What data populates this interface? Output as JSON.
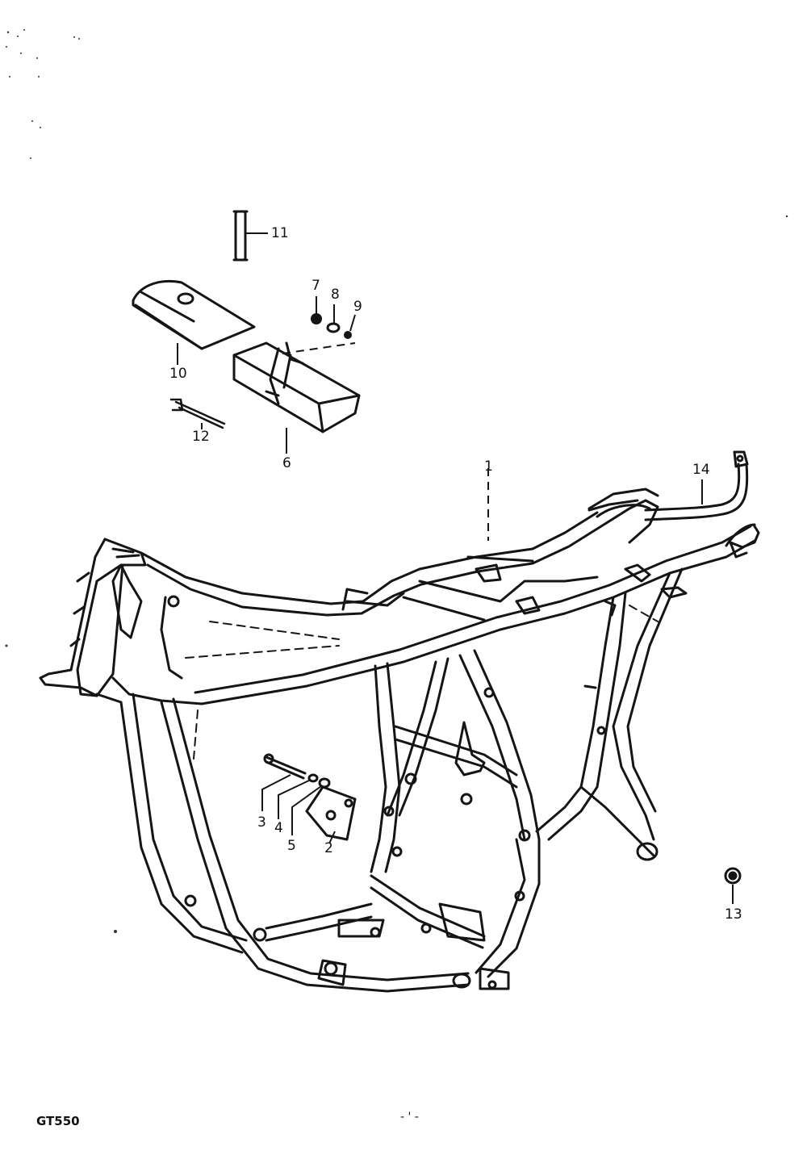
{
  "diagram": {
    "parts": [
      {
        "id": "frame",
        "callout": "1"
      },
      {
        "id": "engine-mount-plate",
        "callout": "2"
      },
      {
        "id": "bolt",
        "callout": "3"
      },
      {
        "id": "washer",
        "callout": "4"
      },
      {
        "id": "nut",
        "callout": "5"
      },
      {
        "id": "battery-tray",
        "callout": "6"
      },
      {
        "id": "tray-nut",
        "callout": "7"
      },
      {
        "id": "tray-washer",
        "callout": "8"
      },
      {
        "id": "tray-bolt",
        "callout": "9"
      },
      {
        "id": "tool-bag",
        "callout": "10"
      },
      {
        "id": "rubber-band",
        "callout": "11"
      },
      {
        "id": "wrench",
        "callout": "12"
      },
      {
        "id": "plug",
        "callout": "13"
      },
      {
        "id": "grab-bar",
        "callout": "14"
      }
    ]
  },
  "footer": {
    "model": "GT550",
    "page_number": "- ' -"
  },
  "colors": {
    "ink": "#151515",
    "paper": "#ffffff"
  }
}
